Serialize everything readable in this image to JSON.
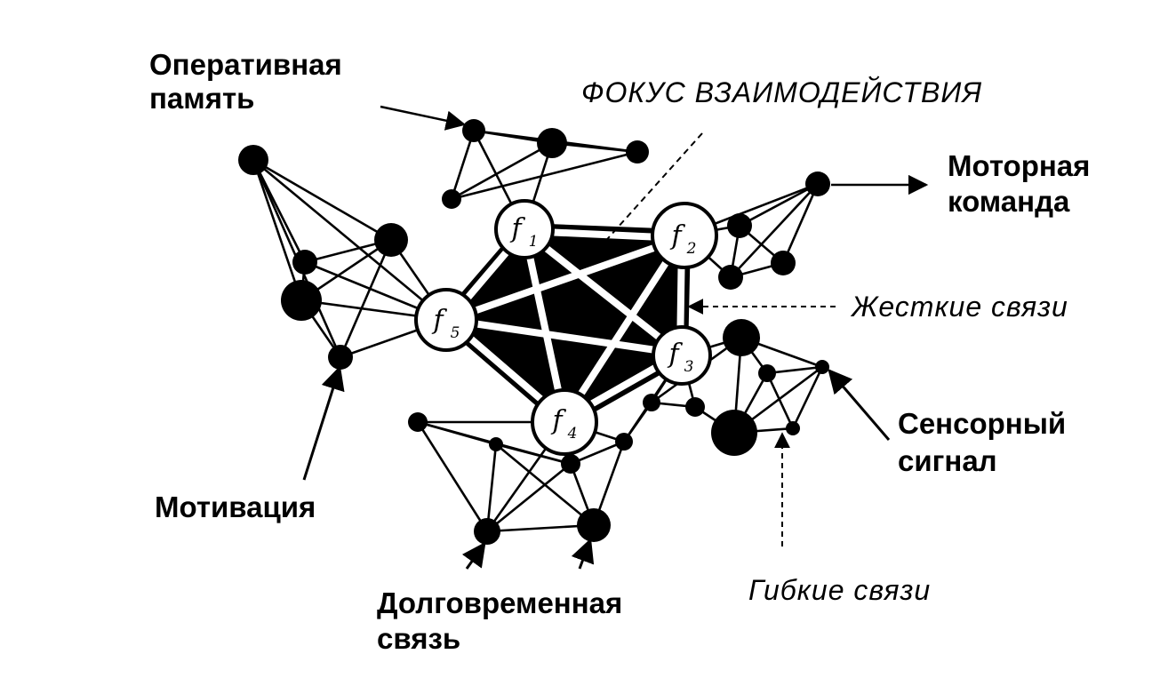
{
  "labels": {
    "working_memory": [
      "Оперативная",
      "память"
    ],
    "focus": "ФОКУС ВЗАИМОДЕЙСТВИЯ",
    "motor_command": [
      "Моторная",
      "команда"
    ],
    "rigid_links": "Жесткие связи",
    "sensory_signal": [
      "Сенсорный",
      "сигнал"
    ],
    "motivation": "Мотивация",
    "long_term": [
      "Долговременная",
      "связь"
    ],
    "flexible_links": "Гибкие связи"
  },
  "focus_nodes": [
    {
      "letter": "f",
      "sub": "1"
    },
    {
      "letter": "f",
      "sub": "2"
    },
    {
      "letter": "f",
      "sub": "3"
    },
    {
      "letter": "f",
      "sub": "4"
    },
    {
      "letter": "f",
      "sub": "5"
    }
  ],
  "colors": {
    "ink": "#000000",
    "paper": "#ffffff"
  }
}
